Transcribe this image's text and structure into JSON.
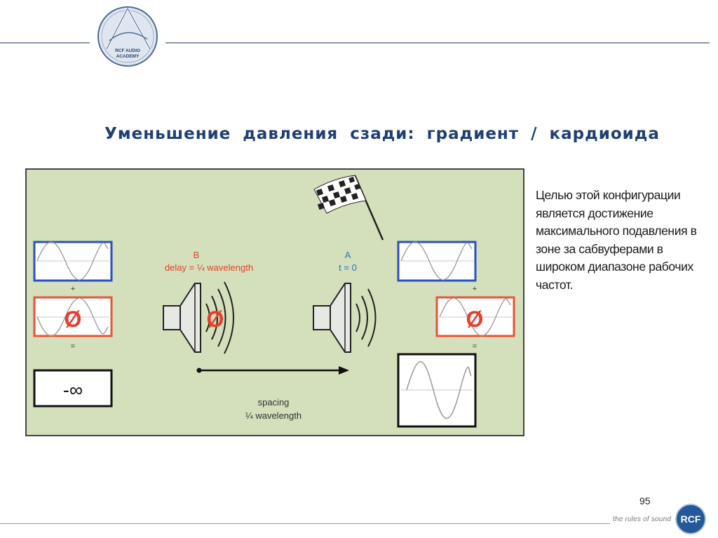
{
  "logo": {
    "line1": "RCF AUDIO",
    "line2": "ACADEMY"
  },
  "slide": {
    "title": "Уменьшение давления сзади: градиент / кардиоида",
    "description": "Целью этой конфигурации является достижение максимального подавления в зоне за сабвуферами в широком диапазоне рабочих частот.",
    "page_number": "95"
  },
  "diagram": {
    "speaker_b": {
      "name": "B",
      "delay": "delay = ¼ wavelength"
    },
    "speaker_a": {
      "name": "A",
      "time": "t = 0"
    },
    "spacing": {
      "line1": "spacing",
      "line2": "¼ wavelength"
    },
    "phase_symbol": "Ø",
    "plus": "+",
    "equals": "=",
    "left_result": "-∞"
  },
  "footer": {
    "tagline": "the rules of sound",
    "brand": "RCF"
  },
  "colors": {
    "panel": "#d3e0bb",
    "blue_box": "#2b4fbf",
    "red_box": "#e6543a",
    "label_red": "#e5402f",
    "label_blue": "#2f6fb8",
    "title": "#1f3f72"
  }
}
